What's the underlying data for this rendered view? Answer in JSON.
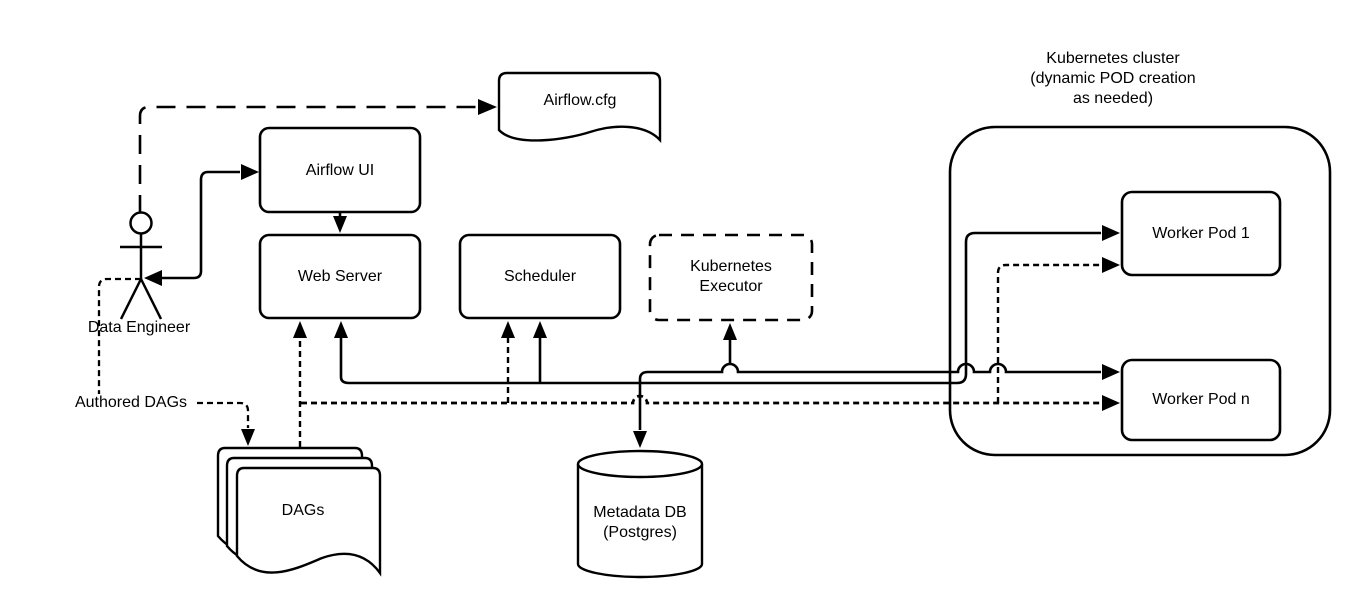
{
  "diagram": {
    "type": "architecture-diagram",
    "subject": "Apache Airflow with Kubernetes Executor",
    "colors": {
      "stroke": "#000000",
      "fill": "#ffffff",
      "background": "#ffffff"
    },
    "nodes": {
      "airflow_cfg": {
        "label": "Airflow.cfg",
        "shape": "document"
      },
      "airflow_ui": {
        "label": "Airflow UI",
        "shape": "rounded-rect"
      },
      "web_server": {
        "label": "Web Server",
        "shape": "rounded-rect"
      },
      "scheduler": {
        "label": "Scheduler",
        "shape": "rounded-rect"
      },
      "kubernetes_executor": {
        "label": "Kubernetes\nExecutor",
        "shape": "rounded-rect-dashed"
      },
      "kubernetes_cluster": {
        "label": "Kubernetes cluster\n(dynamic POD creation\nas needed)",
        "shape": "rounded-container"
      },
      "worker_pod_1": {
        "label": "Worker Pod 1",
        "shape": "rounded-rect"
      },
      "worker_pod_n": {
        "label": "Worker Pod n",
        "shape": "rounded-rect"
      },
      "data_engineer": {
        "label": "Data Engineer",
        "shape": "stick-figure"
      },
      "authored_dags": {
        "label": "Authored DAGs",
        "shape": "edge-label"
      },
      "dags": {
        "label": "DAGs",
        "shape": "document-stack"
      },
      "metadata_db": {
        "label": "Metadata DB\n(Postgres)",
        "shape": "cylinder"
      }
    },
    "edges": [
      {
        "from": "Data Engineer",
        "to": "Airflow.cfg",
        "style": "long-dashed-arrow"
      },
      {
        "from": "Data Engineer",
        "to": "Airflow UI",
        "style": "solid",
        "bidirectional": true
      },
      {
        "from": "Airflow UI",
        "to": "Web Server",
        "style": "solid-arrow"
      },
      {
        "from": "Data Engineer",
        "to": "DAGs",
        "style": "dashed-arrow",
        "label": "Authored DAGs"
      },
      {
        "from": "DAGs",
        "to": "Web Server",
        "style": "dashed-arrow"
      },
      {
        "from": "DAGs",
        "to": "Scheduler",
        "style": "dashed-arrow"
      },
      {
        "from": "DAGs",
        "to": "Worker Pod 1",
        "style": "dashed-arrow"
      },
      {
        "from": "DAGs",
        "to": "Worker Pod n",
        "style": "dashed-arrow"
      },
      {
        "from": "shared solid bus",
        "to": "Metadata DB",
        "style": "solid-arrow"
      },
      {
        "from": "shared solid bus",
        "to": "Web Server",
        "style": "solid-arrow"
      },
      {
        "from": "shared solid bus",
        "to": "Scheduler",
        "style": "solid-arrow"
      },
      {
        "from": "shared solid bus",
        "to": "Kubernetes Executor",
        "style": "solid-arrow"
      },
      {
        "from": "shared solid bus",
        "to": "Worker Pod 1",
        "style": "solid-arrow"
      },
      {
        "from": "shared solid bus",
        "to": "Worker Pod n",
        "style": "solid-arrow"
      }
    ]
  }
}
